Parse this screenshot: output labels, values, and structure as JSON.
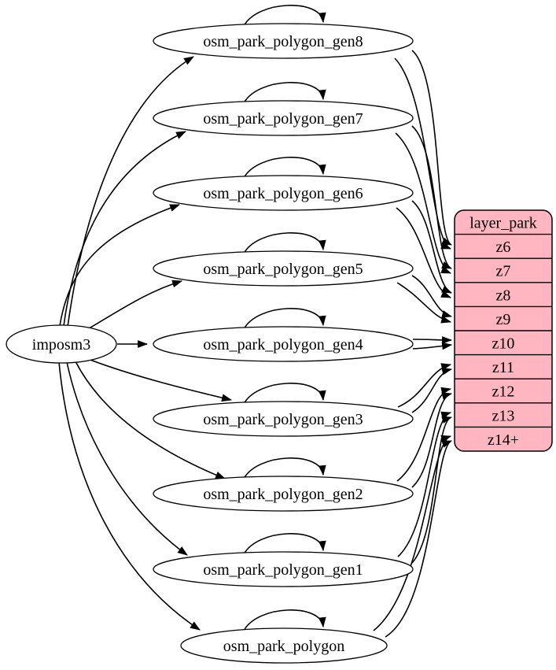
{
  "diagram": {
    "source_node": {
      "label": "imposm3"
    },
    "tables": [
      {
        "label": "osm_park_polygon_gen8",
        "zoom": "z6"
      },
      {
        "label": "osm_park_polygon_gen7",
        "zoom": "z7"
      },
      {
        "label": "osm_park_polygon_gen6",
        "zoom": "z8"
      },
      {
        "label": "osm_park_polygon_gen5",
        "zoom": "z9"
      },
      {
        "label": "osm_park_polygon_gen4",
        "zoom": "z10"
      },
      {
        "label": "osm_park_polygon_gen3",
        "zoom": "z11"
      },
      {
        "label": "osm_park_polygon_gen2",
        "zoom": "z12"
      },
      {
        "label": "osm_park_polygon_gen1",
        "zoom": "z13"
      },
      {
        "label": "osm_park_polygon",
        "zoom": "z14+"
      }
    ],
    "layer": {
      "title": "layer_park",
      "rows": [
        "z6",
        "z7",
        "z8",
        "z9",
        "z10",
        "z11",
        "z12",
        "z13",
        "z14+"
      ]
    },
    "edges": {
      "from_source": [
        "osm_park_polygon_gen8",
        "osm_park_polygon_gen7",
        "osm_park_polygon_gen6",
        "osm_park_polygon_gen5",
        "osm_park_polygon_gen4",
        "osm_park_polygon_gen3",
        "osm_park_polygon_gen2",
        "osm_park_polygon_gen1",
        "osm_park_polygon"
      ],
      "self_loops": [
        "osm_park_polygon_gen8",
        "osm_park_polygon_gen7",
        "osm_park_polygon_gen6",
        "osm_park_polygon_gen5",
        "osm_park_polygon_gen4",
        "osm_park_polygon_gen3",
        "osm_park_polygon_gen2",
        "osm_park_polygon_gen1",
        "osm_park_polygon"
      ],
      "table_to_zoom": [
        {
          "table": "osm_park_polygon_gen8",
          "zoom": "z6"
        },
        {
          "table": "osm_park_polygon_gen7",
          "zoom": "z7"
        },
        {
          "table": "osm_park_polygon_gen6",
          "zoom": "z8"
        },
        {
          "table": "osm_park_polygon_gen5",
          "zoom": "z9"
        },
        {
          "table": "osm_park_polygon_gen4",
          "zoom": "z10"
        },
        {
          "table": "osm_park_polygon_gen3",
          "zoom": "z11"
        },
        {
          "table": "osm_park_polygon_gen2",
          "zoom": "z12"
        },
        {
          "table": "osm_park_polygon_gen1",
          "zoom": "z13"
        },
        {
          "table": "osm_park_polygon",
          "zoom": "z14+"
        }
      ]
    },
    "colors": {
      "layer_fill": "#ffb6c1",
      "node_fill": "#ffffff",
      "stroke": "#000000",
      "background": "#ffffff"
    }
  }
}
